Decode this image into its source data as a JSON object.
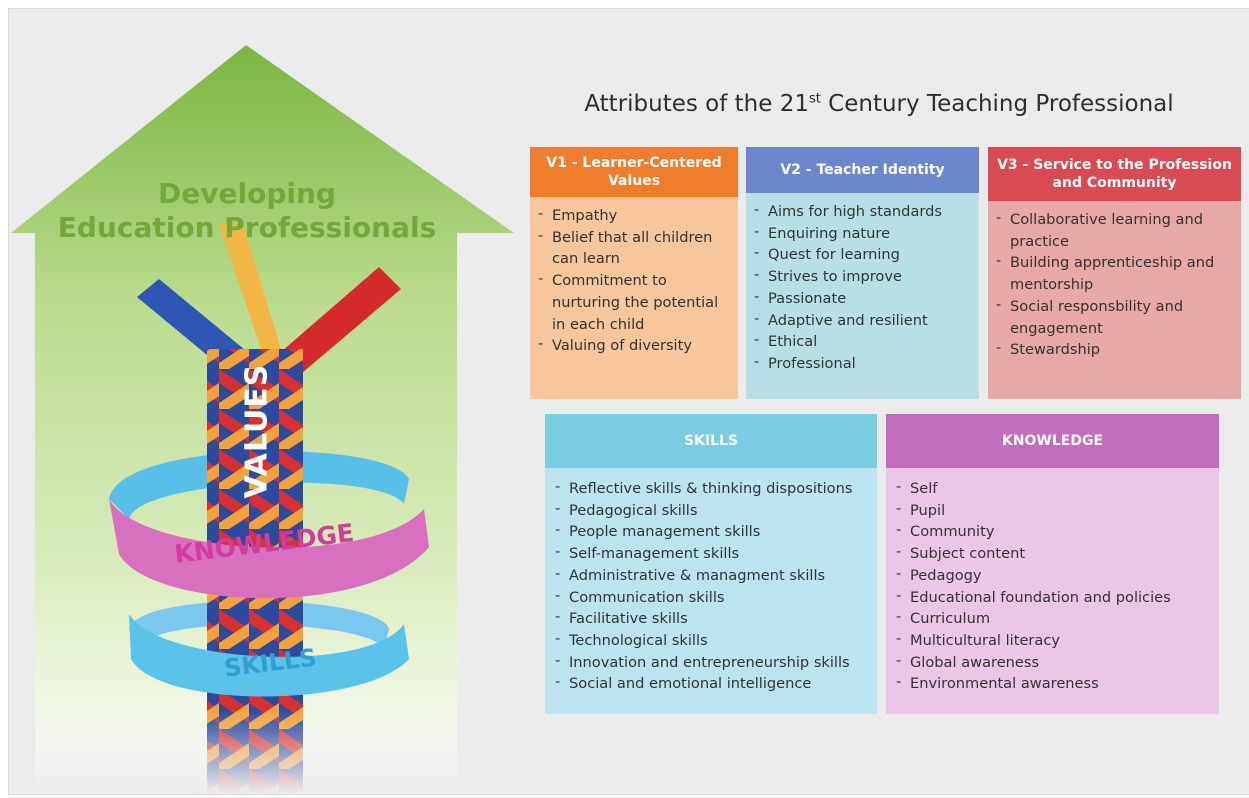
{
  "left_graphic": {
    "title_line1": "Developing",
    "title_line2": "Education Professionals",
    "values_label": "VALUES",
    "knowledge_label": "KNOWLEDGE",
    "skills_label": "SKILLS"
  },
  "title": {
    "prefix": "Attributes of the 21",
    "sup": "st",
    "suffix": " Century Teaching Professional"
  },
  "cards": {
    "v1": {
      "header": "V1 - Learner-Centered Values",
      "items": [
        "Empathy",
        "Belief that all children can learn",
        "Commitment to nurturing the potential in each child",
        "Valuing of diversity"
      ]
    },
    "v2": {
      "header": "V2 - Teacher Identity",
      "items": [
        "Aims for high standards",
        "Enquiring nature",
        "Quest for learning",
        "Strives to improve",
        "Passionate",
        "Adaptive and resilient",
        "Ethical",
        "Professional"
      ]
    },
    "v3": {
      "header": "V3 - Service to the Profession and Community",
      "items": [
        "Collaborative learning and practice",
        "Building apprenticeship and mentorship",
        "Social responsbility and engagement",
        "Stewardship"
      ]
    },
    "skills": {
      "header": "SKILLS",
      "items": [
        "Reflective skills & thinking dispositions",
        "Pedagogical skills",
        "People management skills",
        "Self-management skills",
        "Administrative & managment skills",
        "Communication skills",
        "Facilitative skills",
        "Technological skills",
        "Innovation and entrepreneurship skills",
        "Social and emotional intelligence"
      ]
    },
    "knowledge": {
      "header": "KNOWLEDGE",
      "items": [
        "Self",
        "Pupil",
        "Community",
        "Subject content",
        "Pedagogy",
        "Educational foundation and policies",
        "Curriculum",
        "Multicultural literacy",
        "Global awareness",
        "Environmental awareness"
      ]
    }
  },
  "colors": {
    "v1_header": "#ee7d2e",
    "v1_body": "#f7c69a",
    "v2_header": "#6b88cc",
    "v2_body": "#b9dfe6",
    "v3_header": "#d94a52",
    "v3_body": "#e8a8a8",
    "skills_header": "#7bcbe2",
    "skills_body": "#bce4ef",
    "knowledge_header": "#c36dbd",
    "knowledge_body": "#eac7e6",
    "arrow": "#8fc45a"
  }
}
